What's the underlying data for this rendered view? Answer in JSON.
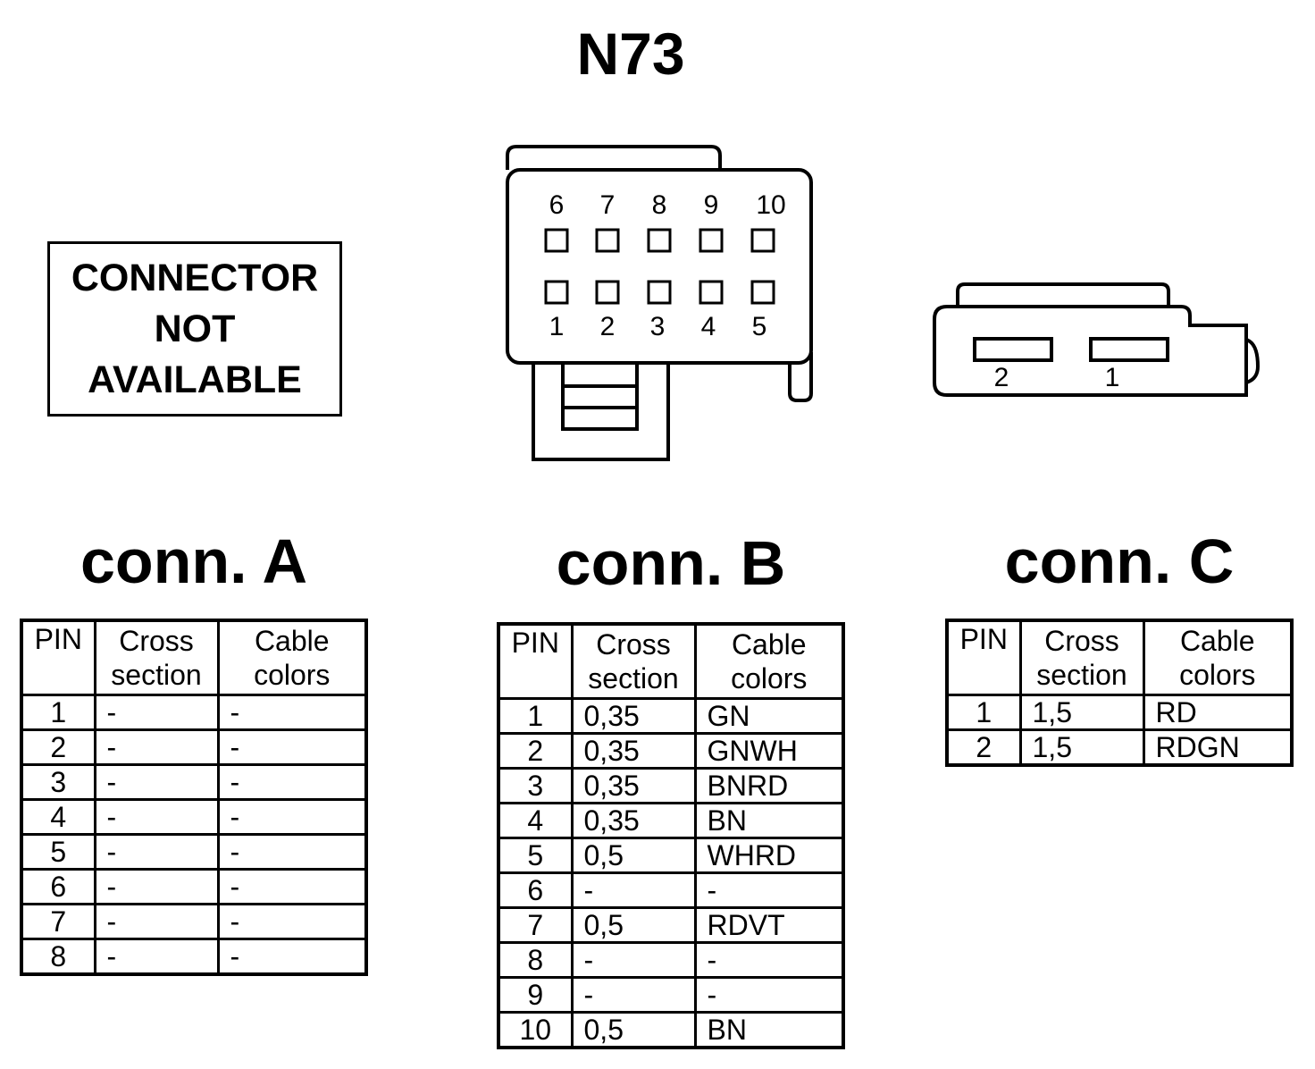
{
  "title": "N73",
  "connector_not_available": [
    "CONNECTOR",
    "NOT",
    "AVAILABLE"
  ],
  "headers": {
    "pin": "PIN",
    "cross_section": [
      "Cross",
      "section"
    ],
    "cable_colors": [
      "Cable",
      "colors"
    ]
  },
  "conn_a": {
    "title": "conn. A",
    "rows": [
      {
        "pin": "1",
        "cross": "-",
        "color": "-"
      },
      {
        "pin": "2",
        "cross": "-",
        "color": "-"
      },
      {
        "pin": "3",
        "cross": "-",
        "color": "-"
      },
      {
        "pin": "4",
        "cross": "-",
        "color": "-"
      },
      {
        "pin": "5",
        "cross": "-",
        "color": "-"
      },
      {
        "pin": "6",
        "cross": "-",
        "color": "-"
      },
      {
        "pin": "7",
        "cross": "-",
        "color": "-"
      },
      {
        "pin": "8",
        "cross": "-",
        "color": "-"
      }
    ]
  },
  "conn_b": {
    "title": "conn. B",
    "diagram_top_pins": [
      "6",
      "7",
      "8",
      "9",
      "10"
    ],
    "diagram_bottom_pins": [
      "1",
      "2",
      "3",
      "4",
      "5"
    ],
    "rows": [
      {
        "pin": "1",
        "cross": "0,35",
        "color": "GN"
      },
      {
        "pin": "2",
        "cross": "0,35",
        "color": "GNWH"
      },
      {
        "pin": "3",
        "cross": "0,35",
        "color": "BNRD"
      },
      {
        "pin": "4",
        "cross": "0,35",
        "color": "BN"
      },
      {
        "pin": "5",
        "cross": "0,5",
        "color": "WHRD"
      },
      {
        "pin": "6",
        "cross": "-",
        "color": "-"
      },
      {
        "pin": "7",
        "cross": "0,5",
        "color": "RDVT"
      },
      {
        "pin": "8",
        "cross": "-",
        "color": "-"
      },
      {
        "pin": "9",
        "cross": "-",
        "color": "-"
      },
      {
        "pin": "10",
        "cross": "0,5",
        "color": "BN"
      }
    ]
  },
  "conn_c": {
    "title": "conn. C",
    "diagram_pins": [
      "2",
      "1"
    ],
    "rows": [
      {
        "pin": "1",
        "cross": "1,5",
        "color": "RD"
      },
      {
        "pin": "2",
        "cross": "1,5",
        "color": "RDGN"
      }
    ]
  }
}
